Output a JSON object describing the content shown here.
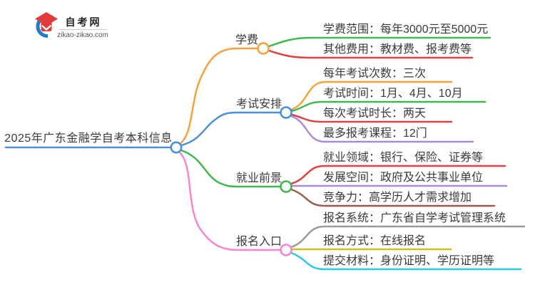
{
  "logo": {
    "site_name": "自考网",
    "site_url": "zikao-zikao.com",
    "icon": "graduation-cap-icon",
    "icon_cap_color": "#e23a3a",
    "icon_ring_color": "#1f7ec2"
  },
  "palette": {
    "text": "#3a3a3a",
    "orange": "#f7a13c",
    "blue": "#4a90d9",
    "green": "#3eb84e",
    "pink": "#f884d2",
    "red": "#e04040",
    "purple": "#a98bd3",
    "brown": "#9f5a4e",
    "gray": "#9a9a9a",
    "yellow": "#cdc318",
    "cyan": "#2bc8e4"
  },
  "mindmap": {
    "root": {
      "label": "2025年广东金融学自考本科信息",
      "color": "#4a90d9"
    },
    "branches": [
      {
        "label": "学费",
        "color": "#f7a13c",
        "children": [
          {
            "text": "学费范围：每年3000元至5000元",
            "color": "#3eb84e"
          },
          {
            "text": "其他费用：教材费、报考费等",
            "color": "#e04040"
          }
        ]
      },
      {
        "label": "考试安排",
        "color": "#4a90d9",
        "children": [
          {
            "text": "每年考试次数：三次",
            "color": "#f7a13c"
          },
          {
            "text": "考试时间：1月、4月、10月",
            "color": "#3eb84e"
          },
          {
            "text": "每次考试时长：两天",
            "color": "#e04040"
          },
          {
            "text": "最多报考课程：12门",
            "color": "#a98bd3"
          }
        ]
      },
      {
        "label": "就业前景",
        "color": "#3eb84e",
        "children": [
          {
            "text": "就业领域：银行、保险、证券等",
            "color": "#e04040"
          },
          {
            "text": "发展空间：政府及公共事业单位",
            "color": "#a98bd3"
          },
          {
            "text": "竞争力：高学历人才需求增加",
            "color": "#9f5a4e"
          }
        ]
      },
      {
        "label": "报名入口",
        "color": "#f884d2",
        "children": [
          {
            "text": "报名系统：广东省自学考试管理系统",
            "color": "#9a9a9a"
          },
          {
            "text": "报名方式：在线报名",
            "color": "#cdc318"
          },
          {
            "text": "提交材料：身份证明、学历证明等",
            "color": "#2bc8e4"
          }
        ]
      }
    ]
  }
}
